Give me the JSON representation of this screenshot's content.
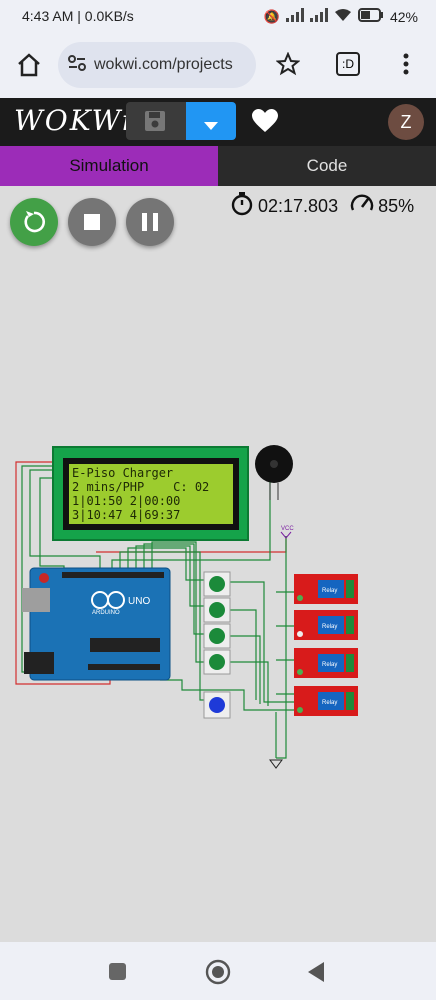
{
  "status_bar": {
    "time_speed": "4:43 AM | 0.0KB/s",
    "battery": "42%"
  },
  "browser": {
    "url": "wokwi.com/projects",
    "tab_switcher_label": ":D"
  },
  "app": {
    "logo_text": "WOKWi",
    "avatar_letter": "Z"
  },
  "tabs": {
    "simulation": "Simulation",
    "code": "Code"
  },
  "simulation": {
    "elapsed": "02:17.803",
    "speed": "85%",
    "lcd_lines": [
      "E-Piso Charger",
      "2 mins/PHP    C: 02",
      "1|01:50 2|00:00",
      "3|10:47 4|69:37"
    ],
    "arduino_label": "UNO",
    "arduino_brand": "ARDUINO",
    "vcc_label": "VCC",
    "relay_label": "Relay",
    "relay_count": 4,
    "green_buttons": 4,
    "blue_buttons": 1
  },
  "colors": {
    "restart": "#43a047",
    "stop": "#757575",
    "pause": "#757575",
    "wire_green": "#1f8a3a",
    "wire_red": "#d32f2f",
    "relay_red": "#d81b1b",
    "arduino_blue": "#1b72b5"
  }
}
